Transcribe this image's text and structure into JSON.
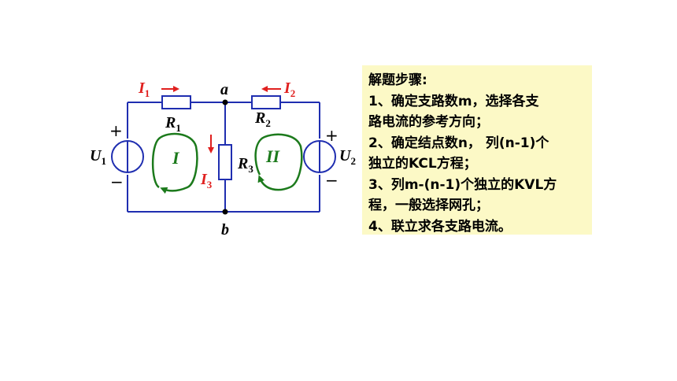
{
  "circuit": {
    "nodes": {
      "top": "a",
      "bottom": "b"
    },
    "resistors": [
      {
        "symbol": "R",
        "sub": "1"
      },
      {
        "symbol": "R",
        "sub": "2"
      },
      {
        "symbol": "R",
        "sub": "3"
      }
    ],
    "sources": [
      {
        "symbol": "U",
        "sub": "1",
        "plus": "+",
        "minus": "−"
      },
      {
        "symbol": "U",
        "sub": "2",
        "plus": "+",
        "minus": "−"
      }
    ],
    "currents": [
      {
        "symbol": "I",
        "sub": "1"
      },
      {
        "symbol": "I",
        "sub": "2"
      },
      {
        "symbol": "I",
        "sub": "3"
      }
    ],
    "meshes": [
      "I",
      "II"
    ],
    "colors": {
      "wire": "#1f2eb0",
      "current": "#e0201f",
      "mesh": "#1c7a1c",
      "text": "#000000"
    }
  },
  "steps": {
    "title": "解题步骤:",
    "lines": [
      "1、确定支路数m，选择各支",
      "路电流的参考方向；",
      "2、确定结点数n，  列(n-1)个",
      "独立的KCL方程；",
      "3、列m-(n-1)个独立的KVL方",
      "程，一般选择网孔；",
      "4、联立求各支路电流。"
    ],
    "background": "#fcf9c6"
  }
}
